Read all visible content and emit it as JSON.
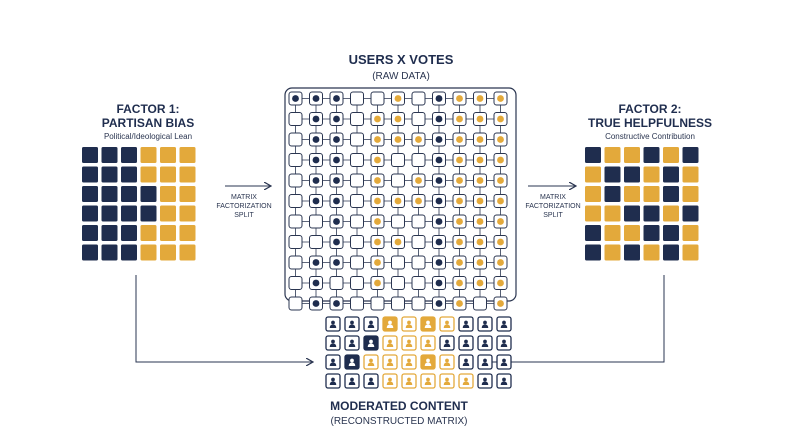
{
  "colors": {
    "navy": "#1f2d4e",
    "gold": "#e3a93b",
    "line": "#2a3550",
    "white": "#ffffff"
  },
  "center": {
    "title": "USERS X VOTES",
    "subtitle": "(RAW DATA)"
  },
  "factor1": {
    "title_line1": "FACTOR 1:",
    "title_line2": "PARTISAN BIAS",
    "subtitle": "Political/Ideological Lean",
    "grid": [
      "NNNGGG",
      "NNNGGG",
      "NNNNGG",
      "NNNNGG",
      "NNNGGG",
      "NNNGGG"
    ]
  },
  "factor2": {
    "title_line1": "FACTOR 2:",
    "title_line2": "TRUE HELPFULNESS",
    "subtitle": "Constructive Contribution",
    "grid": [
      "NGGNGN",
      "GNNGNG",
      "GNGGNG",
      "GGNNGN",
      "NGGNNG",
      "NGNGNG"
    ]
  },
  "arrow_left": {
    "line1": "MATRIX",
    "line2": "FACTORIZATION",
    "line3": "SPLIT"
  },
  "arrow_right": {
    "line1": "MATRIX",
    "line2": "FACTORIZATION",
    "line3": "SPLIT"
  },
  "raw_matrix": [
    "NNNEEGENGGG",
    "ENNEGGENGGG",
    "ENNEGGGNGGG",
    "ENNEGEENGGG",
    "ENNEGEGNGGG",
    "ENNEGGGNGGG",
    "EENEGEENGGG",
    "EENEGGENGGG",
    "ENNEGEENGGG",
    "ENEEGEENGGG",
    "ENNEEEENGEG"
  ],
  "moderated": {
    "title": "MODERATED CONTENT",
    "subtitle": "(RECONSTRUCTED MATRIX)",
    "grid": [
      "nnnGgGgnnn",
      "nnNgggnnnn",
      "nNgggGgnnn",
      "nnngggggnn"
    ]
  }
}
